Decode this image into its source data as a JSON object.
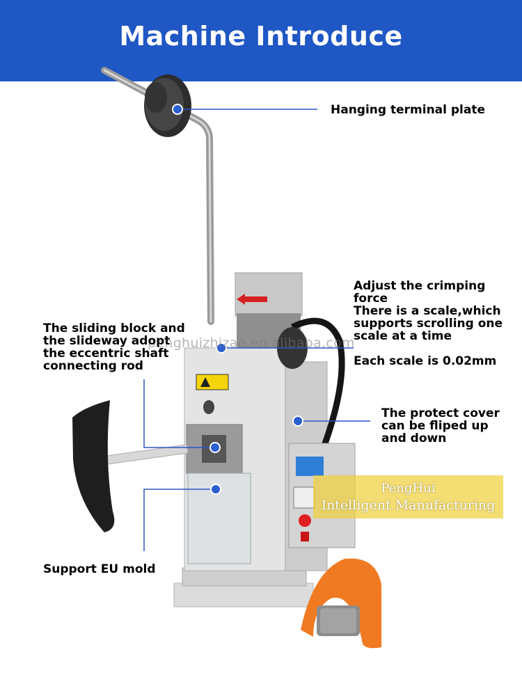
{
  "header": {
    "title": "Machine Introduce",
    "background": "#1f57c4"
  },
  "annotations": {
    "hanging_plate": "Hanging terminal plate",
    "crimping": "Adjust the crimping\nforce\nThere is a scale,which\nsupports scrolling one\nscale at a time",
    "scale_step": "Each scale is 0.02mm",
    "sliding_block": "The sliding block and\nthe slideway adopt\nthe eccentric shaft\nconnecting rod",
    "protect_cover": "The protect cover\ncan be fliped up\nand down",
    "eu_mold": "Support EU mold"
  },
  "watermark": {
    "brand_line1": "PengHui",
    "brand_line2": "Intelligent Manufacturing",
    "url": "penghuizhizao.en.alibaba.com"
  },
  "colors": {
    "leader_line": "#2b57c8",
    "marker": "#2a5fd0",
    "pedal": "#f07a22",
    "watermark": "#f0d03c"
  },
  "icons": [
    "emergency-stop-icon",
    "warning-icon",
    "arrow-left-icon"
  ]
}
